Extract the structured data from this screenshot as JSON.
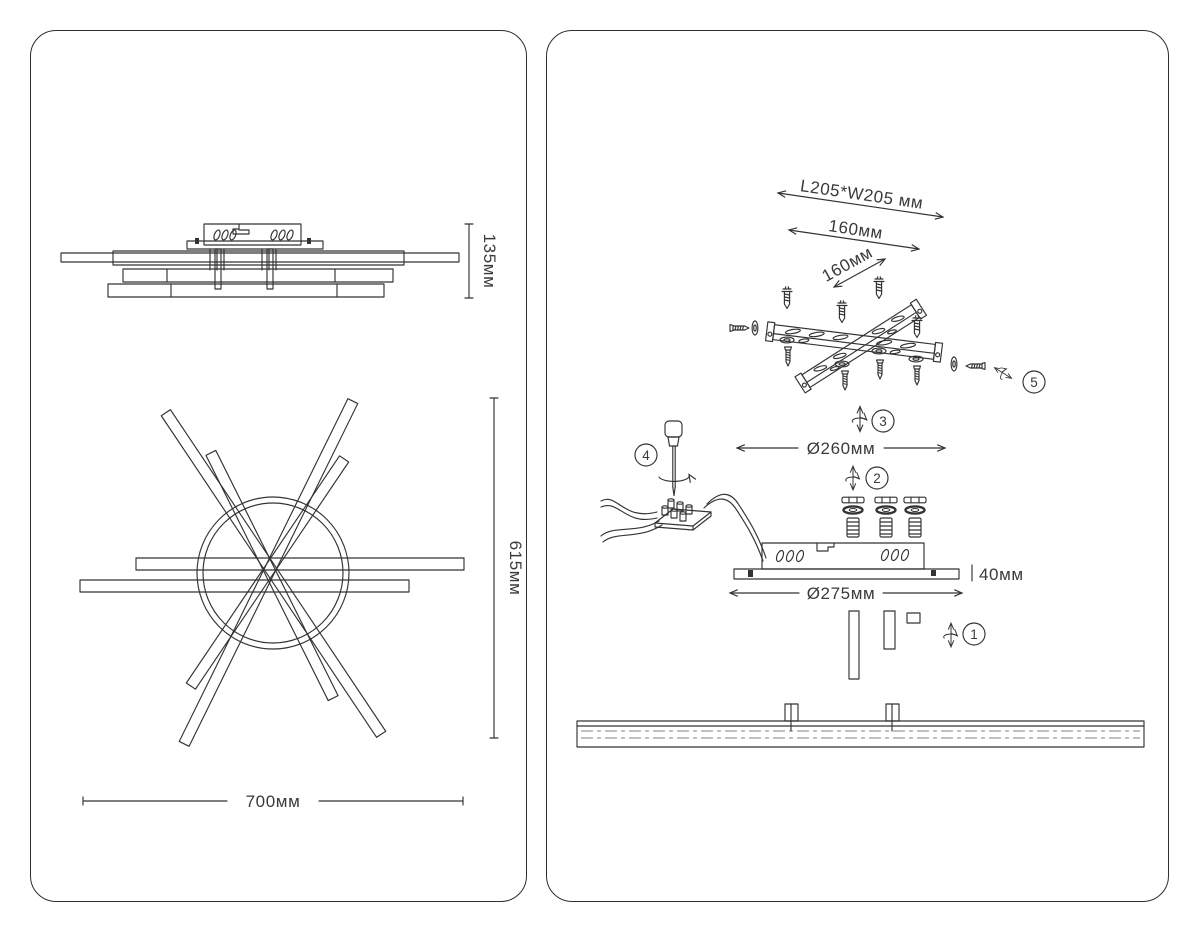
{
  "colors": {
    "line": "#333333",
    "text": "#3a3a3a",
    "background": "#ffffff",
    "centerline": "#808080"
  },
  "left_panel": {
    "side_view_dim_height": "135мм",
    "plan_view_dim_height": "615мм",
    "plan_view_dim_width": "700мм"
  },
  "right_panel": {
    "bracket_dim_diagonal": "L205*W205 мм",
    "bracket_dim_length": "160мм",
    "bracket_dim_width": "160мм",
    "ring_dim": "Ø260мм",
    "base_dim": "Ø275мм",
    "base_height_dim": "40мм",
    "step_badges": [
      "1",
      "2",
      "3",
      "4",
      "5"
    ]
  }
}
